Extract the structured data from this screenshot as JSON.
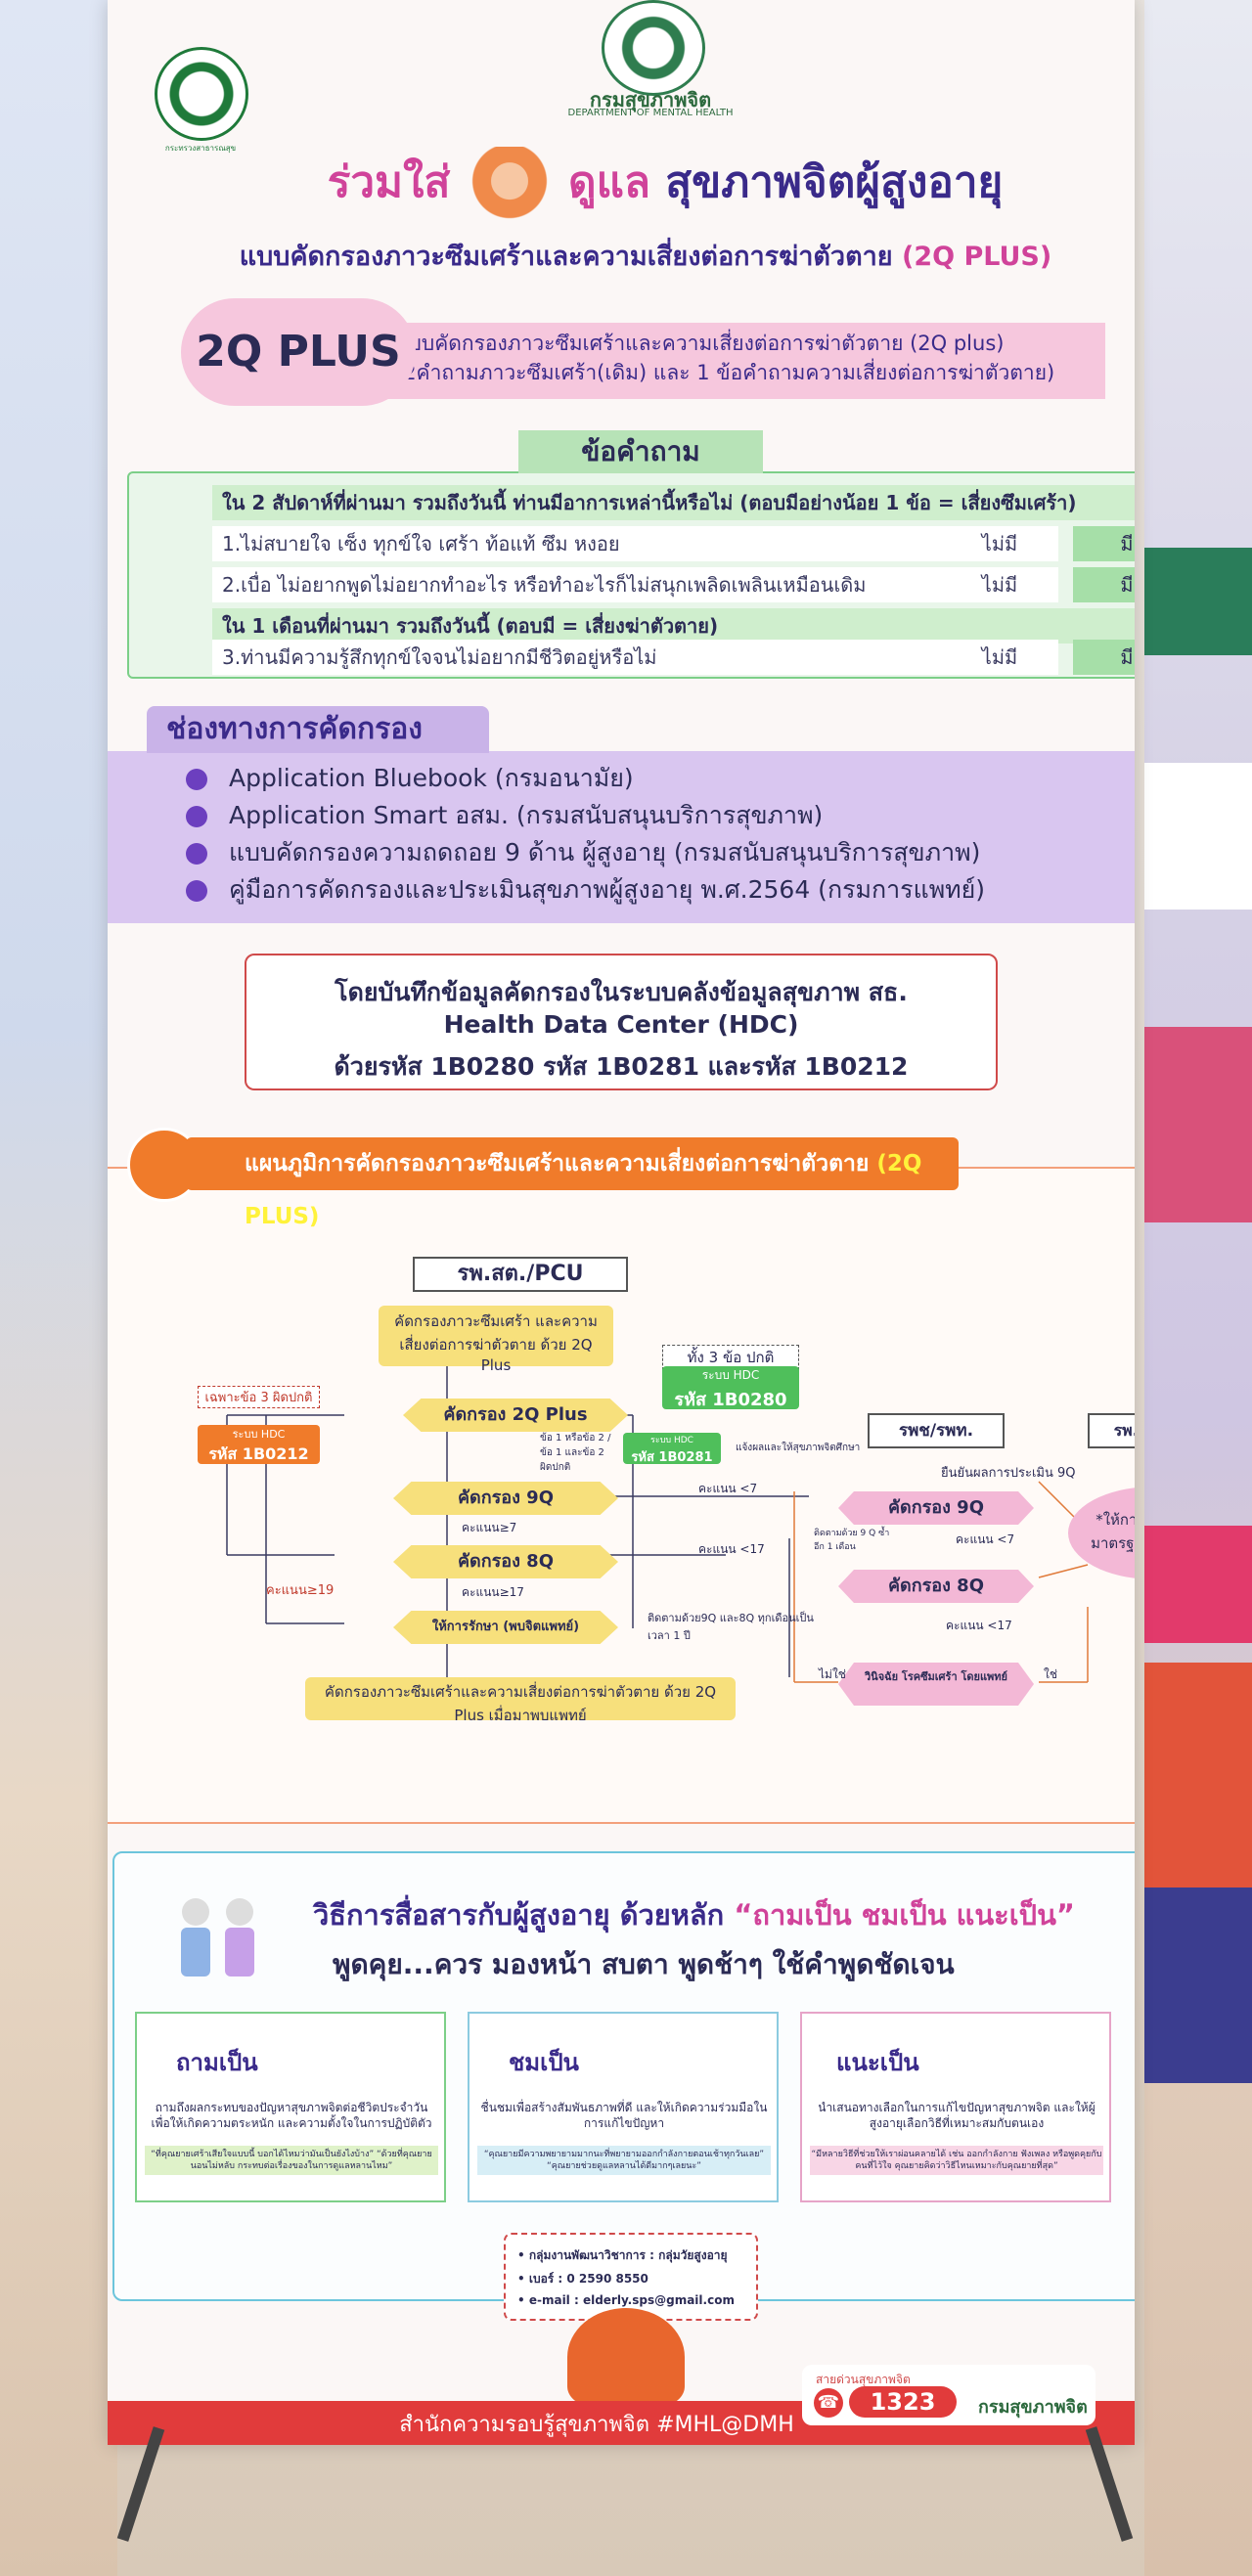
{
  "header": {
    "dept_name": "กรมสุขภาพจิต",
    "dept_sub": "DEPARTMENT OF MENTAL HEALTH",
    "ministry_text": "กระทรวงสาธารณสุข"
  },
  "title": {
    "line1_a": "ร่วมใส่",
    "line1_b": "ดูแล",
    "line1_c": "สุขภาพจิตผู้สูงอายุ",
    "line2_a": "แบบคัดกรองภาวะซึมเศร้าและความเสี่ยงต่อการฆ่าตัวตาย",
    "line2_b": "(2Q PLUS)"
  },
  "twoq": {
    "badge": "2Q PLUS",
    "desc1": "แบบคัดกรองภาวะซึมเศร้าและความเสี่ยงต่อการฆ่าตัวตาย (2Q plus)",
    "desc2": "(2คำถามภาวะซึมเศร้า(เดิม) และ 1 ข้อคำถามความเสี่ยงต่อการฆ่าตัวตาย)"
  },
  "questions": {
    "heading": "ข้อคำถาม",
    "section1": "ใน 2 สัปดาห์ที่ผ่านมา รวมถึงวันนี้ ท่านมีอาการเหล่านี้หรือไม่ (ตอบมีอย่างน้อย 1 ข้อ = เสี่ยงซึมเศร้า)",
    "section2": "ใน 1 เดือนที่ผ่านมา รวมถึงวันนี้ (ตอบมี = เสี่ยงฆ่าตัวตาย)",
    "items": [
      {
        "text": "1.ไม่สบายใจ เซ็ง ทุกข์ใจ เศร้า ท้อแท้ ซึม หงอย",
        "no": "ไม่มี",
        "yes": "มี"
      },
      {
        "text": "2.เบื่อ ไม่อยากพูดไม่อยากทำอะไร หรือทำอะไรก็ไม่สนุกเพลิดเพลินเหมือนเดิม",
        "no": "ไม่มี",
        "yes": "มี"
      },
      {
        "text": "3.ท่านมีความรู้สึกทุกข์ใจจนไม่อยากมีชีวิตอยู่หรือไม่",
        "no": "ไม่มี",
        "yes": "มี"
      }
    ]
  },
  "channels": {
    "heading": "ช่องทางการคัดกรอง",
    "items": [
      "Application Bluebook (กรมอนามัย)",
      "Application Smart อสม. (กรมสนับสนุนบริการสุขภาพ)",
      "แบบคัดกรองความถดถอย 9 ด้าน ผู้สูงอายุ  (กรมสนับสนุนบริการสุขภาพ)",
      "คู่มือการคัดกรองและประเมินสุขภาพผู้สูงอายุ พ.ศ.2564 (กรมการแพทย์)"
    ]
  },
  "hdc": {
    "line1": "โดยบันทึกข้อมูลคัดกรองในระบบคลังข้อมูลสุขภาพ สธ.",
    "line2": "Health Data Center (HDC)",
    "line3": "ด้วยรหัส 1B0280  รหัส 1B0281 และรหัส 1B0212"
  },
  "flow": {
    "bar_a": "แผนภูมิการคัดกรองภาวะซึมเศร้าและความเสี่ยงต่อการฆ่าตัวตาย",
    "bar_b": "(2Q PLUS)",
    "pcu": "รพ.สต./PCU",
    "screen_start": "คัดกรองภาวะซึมเศร้า และความเสี่ยงต่อการฆ่าตัวตาย ด้วย 2Q Plus",
    "all3_normal": "ทั้ง 3 ข้อ ปกติ",
    "hdc_sys": "ระบบ HDC",
    "code_1b0280": "รหัส 1B0280",
    "only3_abn": "เฉพาะข้อ 3 ผิดปกติ",
    "code_1b0212": "รหัส 1B0212",
    "d_2q": "คัดกรอง 2Q Plus",
    "note_12": "ข้อ 1 หรือข้อ 2 / ข้อ 1 และข้อ 2 ผิดปกติ",
    "code_1b0281": "รหัส 1B0281",
    "note_report": "แจ้งผลและให้สุขภาพจิตศึกษา",
    "d_9q": "คัดกรอง 9Q",
    "lt7": "คะแนน <7",
    "ge7": "คะแนน≥7",
    "d_8q": "คัดกรอง 8Q",
    "lt17": "คะแนน <17",
    "ge17": "คะแนน≥17",
    "ge19": "คะแนน≥19",
    "treat": "ให้การรักษา (พบจิตแพทย์)",
    "follow": "ติดตามด้วย9Q และ8Q ทุกเดือนเป็นเวลา 1 ปี",
    "rescreen": "คัดกรองภาวะซึมเศร้าและความเสี่ยงต่อการฆ่าตัวตาย ด้วย 2Q Plus เมื่อมาพบแพทย์",
    "hospital": "รพช/รพท.",
    "psych_hosp": "รพ.ที่มีจิตแพทย์",
    "confirm9q": "ยืนยันผลการประเมิน 9Q",
    "follow9q": "ติดตามด้วย 9 Q ซ้ำ อีก 1 เดือน",
    "lt7b": "คะแนน <7",
    "lt17b": "คะแนน <17",
    "diagnose": "วินิจฉัย โรคซึมเศร้า โดยแพทย์",
    "no": "ไม่ใช่",
    "yes": "ใช่",
    "treat_std": "*ให้การรักษา ตามมาตรฐาน การรักษา"
  },
  "communication": {
    "title_a": "วิธีการสื่อสารกับผู้สูงอายุ ด้วยหลัก",
    "title_b": "“ถามเป็น ชมเป็น แนะเป็น”",
    "subtitle": "พูดคุย...ควร มองหน้า  สบตา พูดช้าๆ ใช้คำพูดชัดเจน",
    "cards": [
      {
        "title": "ถามเป็น",
        "desc": "ถามถึงผลกระทบของปัญหาสุขภาพจิตต่อชีวิตประจำวัน เพื่อให้เกิดความตระหนัก และความตั้งใจในการปฏิบัติตัว",
        "quote": "“ที่คุณยายเศร้าเสียใจแบบนี้ บอกได้ไหมว่ามันเป็นยังไงบ้าง” “ด้วยที่คุณยายนอนไม่หลับ กระทบต่อเรื่องของในการดูแลหลานไหม”"
      },
      {
        "title": "ชมเป็น",
        "desc": "ชื่นชมเพื่อสร้างสัมพันธภาพที่ดี และให้เกิดความร่วมมือในการแก้ไขปัญหา",
        "quote": "“คุณยายมีความพยายามมากนะที่พยายามออกกำลังกายตอนเช้าทุกวันเลย” “คุณยายช่วยดูแลหลานได้ดีมากๆเลยนะ”"
      },
      {
        "title": "แนะเป็น",
        "desc": "นำเสนอทางเลือกในการแก้ไขปัญหาสุขภาพจิต และให้ผู้สูงอายุเลือกวิธีที่เหมาะสมกับตนเอง",
        "quote": "“มีหลายวิธีที่ช่วยให้เราผ่อนคลายได้ เช่น ออกกำลังกาย ฟังเพลง หรือพูดคุยกับคนที่ไว้ใจ คุณยายคิดว่าวิธีไหนเหมาะกับคุณยายที่สุด”"
      }
    ]
  },
  "contact": {
    "group": "• กลุ่มงานพัฒนาวิชาการ : กลุ่มวัยสูงอายุ",
    "phone": "• เบอร์ : 0 2590 8550",
    "email": "• e-mail : elderly.sps@gmail.com"
  },
  "footer": {
    "text": "สำนักความรอบรู้สุขภาพจิต #MHL@DMH",
    "hotline_label": "สายด่วนสุขภาพจิต",
    "hotline": "1323",
    "dept": "กรมสุขภาพจิต"
  }
}
